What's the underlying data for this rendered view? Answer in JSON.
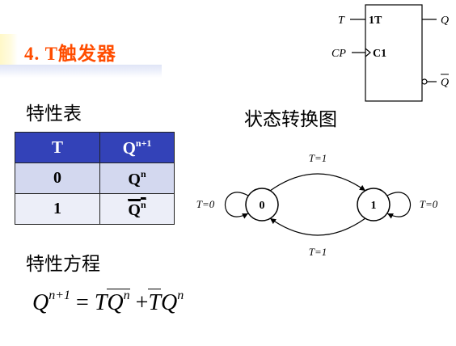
{
  "slide": {
    "title": "4. T触发器",
    "truth_table_label": "特性表",
    "state_diagram_label": "状态转换图",
    "equation_label": "特性方程"
  },
  "truth_table": {
    "headers": [
      "T",
      "Q",
      "n+1"
    ],
    "rows": [
      {
        "t": "0",
        "q": "Q",
        "sup": "n",
        "inverted": false
      },
      {
        "t": "1",
        "q": "Q",
        "sup": "n",
        "inverted": true
      }
    ]
  },
  "symbol": {
    "input_t": "T",
    "input_cp": "CP",
    "inner_1t": "1T",
    "inner_c1": "C1",
    "output_q": "Q",
    "output_qbar": "Q"
  },
  "state_diagram": {
    "state_0": "0",
    "state_1": "1",
    "self_loop_0": "T=0",
    "self_loop_1": "T=0",
    "edge_top": "T=1",
    "edge_bottom": "T=1"
  },
  "equation": {
    "lhs": "Q",
    "lhs_sup": "n+1",
    "eq": "=",
    "t1": "T",
    "q1": "Q",
    "q1_sup": "n",
    "plus": "+",
    "t2": "T",
    "q2": "Q",
    "q2_sup": "n"
  }
}
